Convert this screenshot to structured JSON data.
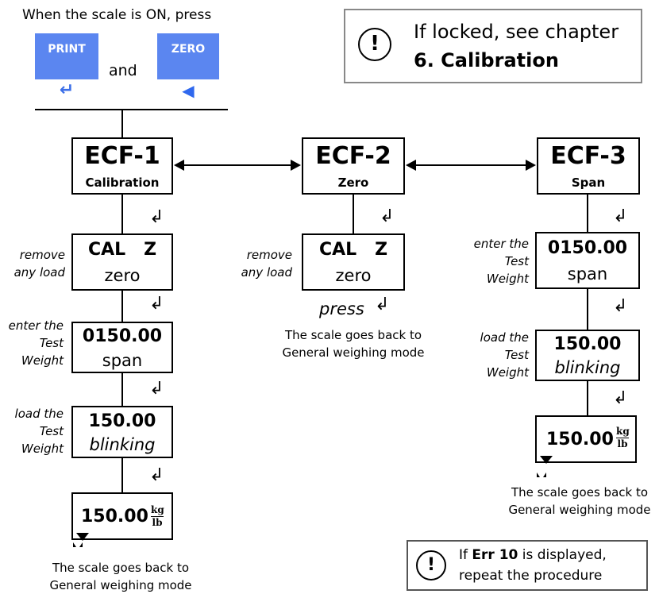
{
  "header": {
    "instruction": "When the scale is ON, press",
    "and_label": "and"
  },
  "keys": [
    {
      "label": "PRINT",
      "symbol": "↵"
    },
    {
      "label": "ZERO",
      "symbol": "◀"
    }
  ],
  "locked_note": {
    "icon": "!",
    "line1": "If locked, see chapter",
    "line2": "6. Calibration"
  },
  "err_note": {
    "icon": "!",
    "prefix": "If ",
    "code": "Err 10",
    "suffix": " is displayed,",
    "line2": "repeat the procedure"
  },
  "menus": [
    {
      "code": "ECF-1",
      "name": "Calibration"
    },
    {
      "code": "ECF-2",
      "name": "Zero"
    },
    {
      "code": "ECF-3",
      "name": "Span"
    }
  ],
  "enter_symbol": "↲",
  "col1": {
    "step1": {
      "side": [
        "remove",
        "any load"
      ],
      "line1": "CAL   Z",
      "line2": "zero"
    },
    "step2": {
      "side": [
        "enter the",
        "Test",
        "Weight"
      ],
      "line1": "0150.00",
      "line2": "span"
    },
    "step3": {
      "side": [
        "load the",
        "Test",
        "Weight"
      ],
      "line1": "150.00",
      "line2": "blinking"
    },
    "final": {
      "value": "150.00",
      "unit_top": "kg",
      "unit_bottom": "lb"
    },
    "note": [
      "The scale goes back to",
      "General weighing mode"
    ]
  },
  "col2": {
    "step1": {
      "side": [
        "remove",
        "any load"
      ],
      "line1": "CAL   Z",
      "line2": "zero"
    },
    "press": "press",
    "note": [
      "The scale goes back to",
      "General weighing mode"
    ]
  },
  "col3": {
    "step1": {
      "side": [
        "enter the",
        "Test",
        "Weight"
      ],
      "line1": "0150.00",
      "line2": "span"
    },
    "step2": {
      "side": [
        "load the",
        "Test",
        "Weight"
      ],
      "line1": "150.00",
      "line2": "blinking"
    },
    "final": {
      "value": "150.00",
      "unit_top": "kg",
      "unit_bottom": "lb"
    },
    "note": [
      "The scale goes back to",
      "General weighing mode"
    ]
  }
}
